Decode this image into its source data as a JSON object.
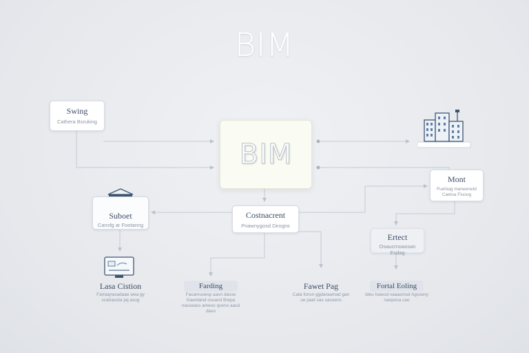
{
  "title": "BIM",
  "center": {
    "label": "BIM"
  },
  "nodes": {
    "swing": {
      "title": "Swing",
      "subtitle": "Cathera Bsruking"
    },
    "subset": {
      "title": "Suboet",
      "subtitle": "Cansfg ar Footanng"
    },
    "construction": {
      "title": "Costnacrent",
      "subtitle": "Pnawnygosd Dirogns"
    },
    "mont": {
      "title": "Mont",
      "subtitle": "Fuehiag maneenetd Caetsa Fiuoog"
    },
    "erect": {
      "title": "Ertect",
      "subtitle": "Osaucrnoaosan Esdag"
    },
    "late_clauiton": {
      "title": "Lasa Cistion",
      "subtitle": "Famaqrasadaae wea gy scatraosta pq asug"
    },
    "farding": {
      "title": "Farding",
      "subtitle": "Facamuoesp aasn dasse Gaerdand ossand Brepa nasseass ameso qoxno aasd daso"
    },
    "fawet_pag": {
      "title": "Fawet Pag",
      "subtitle": "Cata fonsn ggdaraamad gan ue paet sas sasoens"
    },
    "fortal_eoling": {
      "title": "Fortal Eoling",
      "subtitle": "Ideu Ioaesd vaaasmsd Agsseny naopoca cao"
    }
  },
  "icons": [
    "building-icon",
    "bank-icon",
    "monitor-icon"
  ],
  "colors": {
    "line": "#b9c2cd",
    "accent": "#3c5470",
    "icon_blue": "#5b7fa8"
  }
}
